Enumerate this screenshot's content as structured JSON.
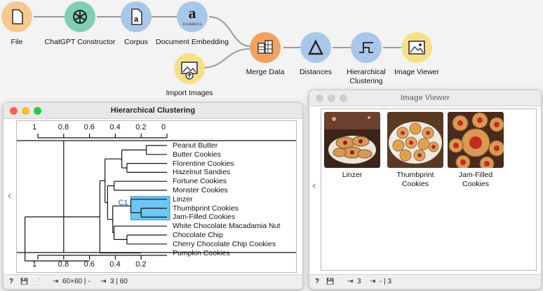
{
  "workflow": {
    "nodes": [
      {
        "id": "file",
        "label": "File",
        "color": "#f6c98c"
      },
      {
        "id": "chatgpt",
        "label": "ChatGPT Constructor",
        "color": "#7fcfb2"
      },
      {
        "id": "corpus",
        "label": "Corpus",
        "color": "#a9c7e8"
      },
      {
        "id": "embedding",
        "label": "Document Embedding",
        "color": "#a9c7e8"
      },
      {
        "id": "import_images",
        "label": "Import Images",
        "color": "#f5e08a"
      },
      {
        "id": "merge",
        "label": "Merge Data",
        "color": "#f2a15e"
      },
      {
        "id": "distances",
        "label": "Distances",
        "color": "#a9c7e8"
      },
      {
        "id": "hclust",
        "label": "Hierarchical\nClustering",
        "color": "#a9c7e8"
      },
      {
        "id": "imgviewer",
        "label": "Image Viewer",
        "color": "#f5e08a"
      }
    ],
    "embedding_icon_text": "a",
    "embedding_icon_digits": "011000111"
  },
  "hier_window": {
    "title": "Hierarchical Clustering",
    "axis_ticks": [
      "1",
      "0.8",
      "0.6",
      "0.4",
      "0.2",
      "0"
    ],
    "bottom_axis_ticks": [
      "1",
      "0.8",
      "0.6",
      "0.4",
      "0.2"
    ],
    "leaves": [
      "Peanut Butter",
      "Butter Cookies",
      "Florentine Cookies",
      "Hazelnut Sandies",
      "Fortune Cookies",
      "Monster Cookies",
      "Linzer",
      "Thumbprint Cookies",
      "Jam-Filled Cookies",
      "White Chocolate Macadamia Nut",
      "Chocolate Chip",
      "Cherry Chocolate Chip Cookies",
      "Pumpkin Cookies"
    ],
    "cluster_label": "C1",
    "selection_color": "#6ec6f2",
    "status": {
      "help": "?",
      "save": "💾",
      "report": "📄",
      "input": "60×60 | -",
      "output": "3 | 60"
    }
  },
  "image_window": {
    "title": "Image Viewer",
    "images": [
      {
        "label": "Linzer"
      },
      {
        "label": "Thumbprint\nCookies"
      },
      {
        "label": "Jam-Filled\nCookies"
      }
    ],
    "status": {
      "help": "?",
      "save": "💾",
      "input": "3",
      "output": "- | 3"
    }
  }
}
